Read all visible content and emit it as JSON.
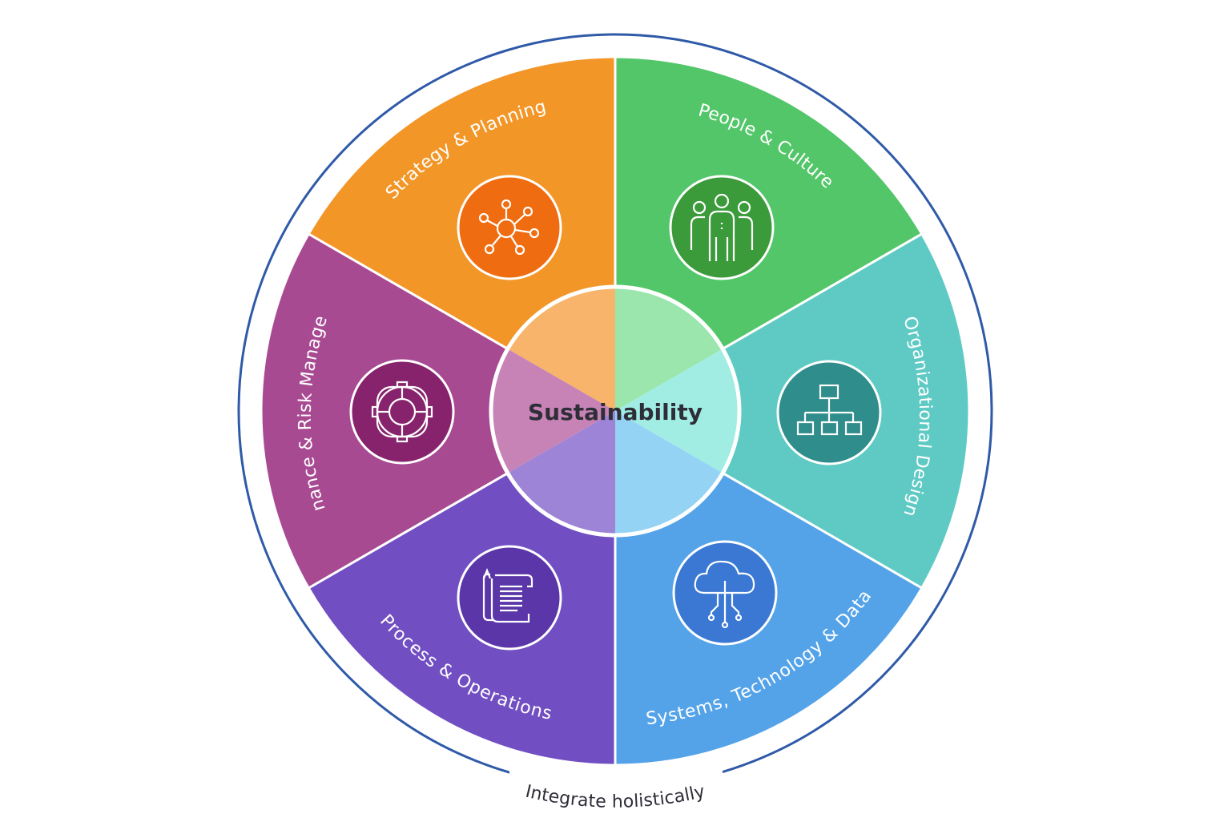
{
  "center": {
    "label": "Sustainability"
  },
  "outer_label": "Integrate holistically",
  "colors": {
    "ring": "#2f5aa8",
    "divider": "#ffffff",
    "center_text": "#2e2e38"
  },
  "segments": [
    {
      "id": "strategy",
      "label": "Strategy & Planning",
      "icon": "network-hub-icon",
      "color": "#f39628",
      "icon_color": "#ef6c10",
      "inner_color": "#f7b46a"
    },
    {
      "id": "people",
      "label": "People & Culture",
      "icon": "people-group-icon",
      "color": "#52c669",
      "icon_color": "#3b9a3a",
      "inner_color": "#9ae6ad"
    },
    {
      "id": "org",
      "label": "Organizational Design",
      "icon": "org-chart-icon",
      "color": "#5fcac4",
      "icon_color": "#2f8d8c",
      "inner_color": "#a1ede4"
    },
    {
      "id": "systems",
      "label": "Systems, Technology & Data",
      "icon": "cloud-circuit-icon",
      "color": "#54a3e8",
      "icon_color": "#3a78d4",
      "inner_color": "#94d3f4"
    },
    {
      "id": "process",
      "label": "Process & Operations",
      "icon": "document-scroll-icon",
      "color": "#714ec2",
      "icon_color": "#5a36a8",
      "inner_color": "#9d84d6"
    },
    {
      "id": "governance",
      "label": "Governance & Risk Management",
      "icon": "life-ring-icon",
      "color": "#a84a92",
      "icon_color": "#86236c",
      "inner_color": "#c783b6"
    }
  ]
}
